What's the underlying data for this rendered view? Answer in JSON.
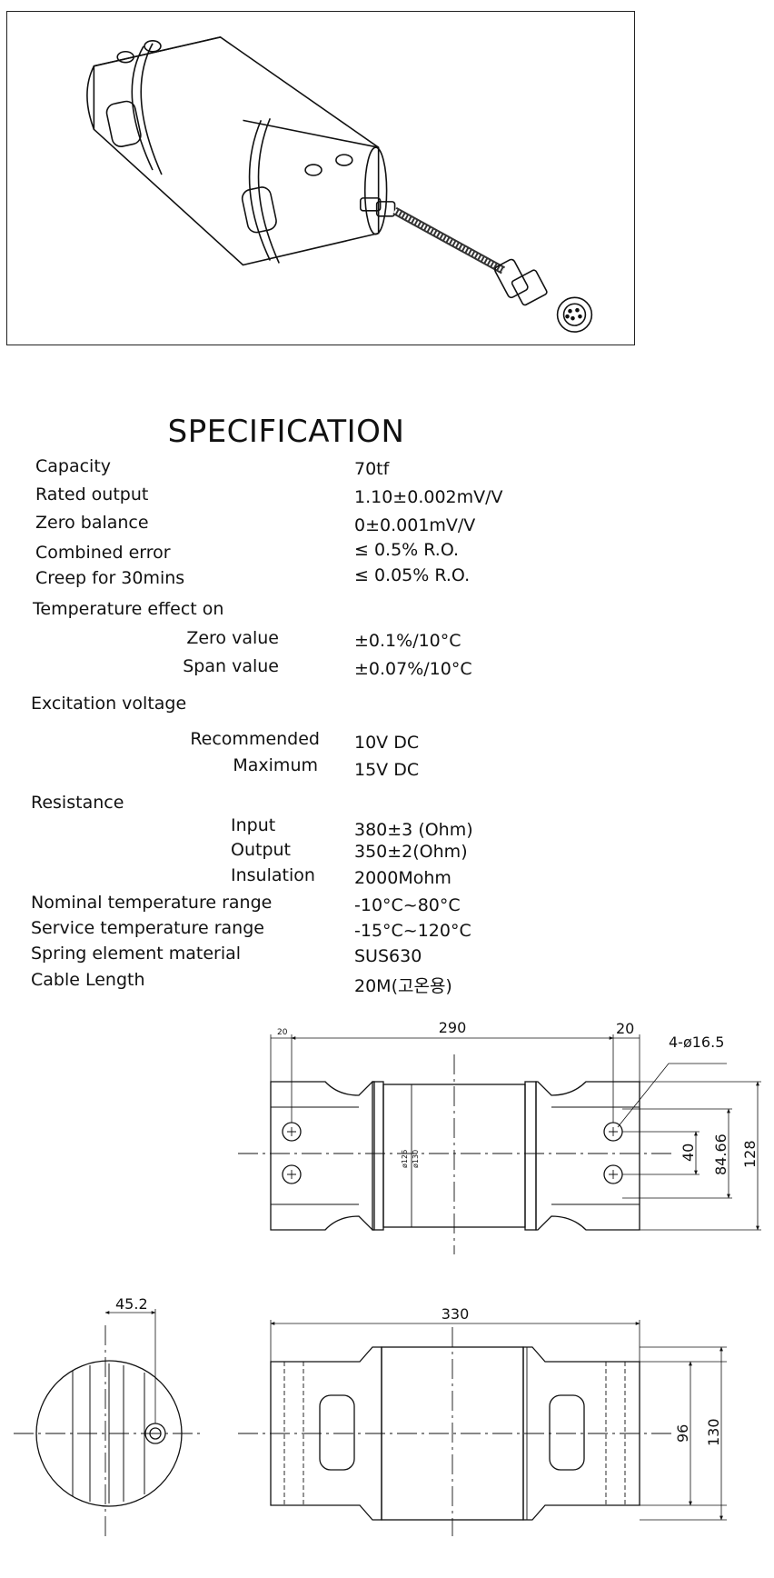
{
  "title": "SPECIFICATION",
  "specs": {
    "capacity": {
      "label": "Capacity",
      "value": "70tf"
    },
    "rated_output": {
      "label": "Rated output",
      "value": "1.10±0.002mV/V"
    },
    "zero_balance": {
      "label": "Zero balance",
      "value": "0±0.001mV/V"
    },
    "combined_error": {
      "label": "Combined error",
      "value": "≤ 0.5% R.O."
    },
    "creep": {
      "label": "Creep for 30mins",
      "value": "≤ 0.05% R.O."
    },
    "temp_effect": {
      "label": "Temperature effect on"
    },
    "zero_value": {
      "label": "Zero value",
      "value": "±0.1%/10°C"
    },
    "span_value": {
      "label": "Span value",
      "value": "±0.07%/10°C"
    },
    "excitation": {
      "label": "Excitation voltage"
    },
    "recommended": {
      "label": "Recommended",
      "value": "10V DC"
    },
    "maximum": {
      "label": "Maximum",
      "value": "15V DC"
    },
    "resistance": {
      "label": "Resistance"
    },
    "input": {
      "label": "Input",
      "value": "380±3 (Ohm)"
    },
    "output": {
      "label": "Output",
      "value": "350±2(Ohm)"
    },
    "insulation": {
      "label": "Insulation",
      "value": "2000Mohm"
    },
    "nominal_temp": {
      "label": "Nominal temperature range",
      "value": "-10°C~80°C"
    },
    "service_temp": {
      "label": "Service temperature range",
      "value": "-15°C~120°C"
    },
    "material": {
      "label": "Spring element material",
      "value": "SUS630"
    },
    "cable": {
      "label": "Cable Length",
      "value": "20M(고온용)"
    }
  },
  "dims": {
    "top_small": "20",
    "top_width": "290",
    "top_right": "20",
    "holes": "4-ø16.5",
    "d_inner": "ø126",
    "d_outer": "ø130",
    "v40": "40",
    "v84": "84.66",
    "v128": "128",
    "end_offset": "45.2",
    "side_length": "330",
    "v96": "96",
    "v130": "130"
  }
}
